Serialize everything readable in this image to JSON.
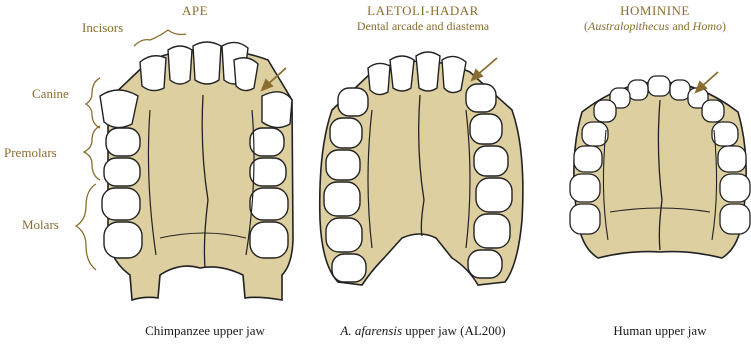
{
  "labels": {
    "incisors": "Incisors",
    "canine": "Canine",
    "premolars": "Premolars",
    "molars": "Molars"
  },
  "headers": {
    "ape": {
      "title": "APE"
    },
    "laetoli": {
      "title": "LAETOLI-HADAR",
      "subtitle": "Dental arcade and diastema"
    },
    "hominine": {
      "title": "HOMININE",
      "subtitle_italic": "Australopithecus",
      "subtitle_and": " and ",
      "subtitle_italic2": "Homo",
      "paren_open": "(",
      "paren_close": ")"
    }
  },
  "captions": {
    "chimp": "Chimpanzee upper jaw",
    "afarensis_italic": "A. afarensis",
    "afarensis_rest": " upper jaw (AL200)",
    "human": "Human upper jaw"
  },
  "colors": {
    "palate": "#ddcfa0",
    "tooth": "#ffffff",
    "outline": "#222222",
    "label": "#8a6d2f",
    "arrow": "#8a6d2f"
  }
}
